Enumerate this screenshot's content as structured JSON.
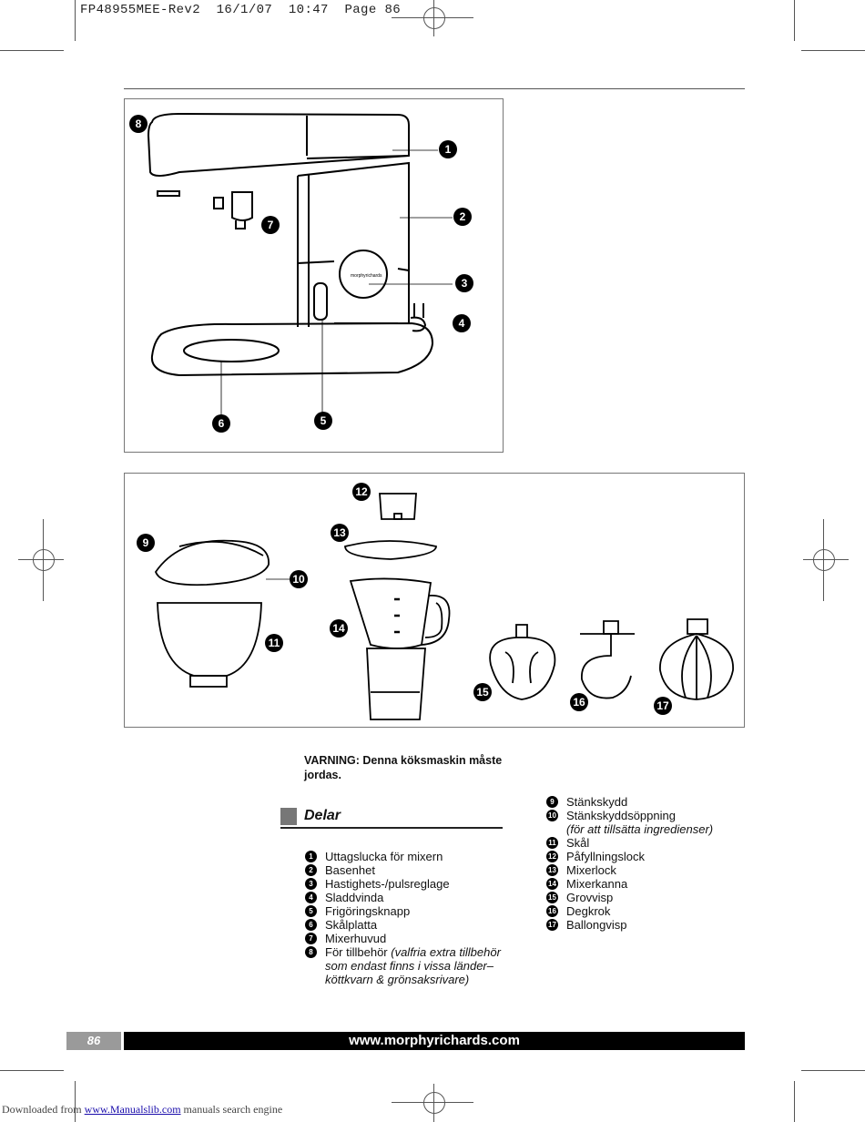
{
  "print_header": "FP48955MEE-Rev2  16/1/07  10:47  Page 86",
  "figure1": {
    "brand_label": "morphyrichards",
    "callouts": [
      "1",
      "2",
      "3",
      "4",
      "5",
      "6",
      "7",
      "8"
    ]
  },
  "figure2": {
    "callouts": [
      "9",
      "10",
      "11",
      "12",
      "13",
      "14",
      "15",
      "16",
      "17"
    ]
  },
  "warning": "VARNING: Denna köksmaskin måste jordas.",
  "section_title": "Delar",
  "parts_left": [
    {
      "num": "1",
      "label": "Uttagslucka för mixern",
      "note": ""
    },
    {
      "num": "2",
      "label": "Basenhet",
      "note": ""
    },
    {
      "num": "3",
      "label": "Hastighets-/pulsreglage",
      "note": ""
    },
    {
      "num": "4",
      "label": "Sladdvinda",
      "note": ""
    },
    {
      "num": "5",
      "label": "Frigöringsknapp",
      "note": ""
    },
    {
      "num": "6",
      "label": "Skålplatta",
      "note": ""
    },
    {
      "num": "7",
      "label": "Mixerhuvud",
      "note": ""
    },
    {
      "num": "8",
      "label": "För tillbehör ",
      "note": "(valfria extra tillbehör som endast finns i vissa länder– köttkvarn & grönsaksrivare)"
    }
  ],
  "parts_right": [
    {
      "num": "9",
      "label": "Stänkskydd",
      "note": ""
    },
    {
      "num": "10",
      "label": "Stänkskyddsöppning",
      "note": "(för att tillsätta ingredienser)"
    },
    {
      "num": "11",
      "label": "Skål",
      "note": ""
    },
    {
      "num": "12",
      "label": "Påfyllningslock",
      "note": ""
    },
    {
      "num": "13",
      "label": "Mixerlock",
      "note": ""
    },
    {
      "num": "14",
      "label": "Mixerkanna",
      "note": ""
    },
    {
      "num": "15",
      "label": "Grovvisp",
      "note": ""
    },
    {
      "num": "16",
      "label": "Degkrok",
      "note": ""
    },
    {
      "num": "17",
      "label": "Ballongvisp",
      "note": ""
    }
  ],
  "footer": {
    "page_number": "86",
    "url": "www.morphyrichards.com"
  },
  "downloaded": {
    "prefix": "Downloaded from ",
    "link": "www.Manualslib.com",
    "suffix": " manuals search engine"
  }
}
